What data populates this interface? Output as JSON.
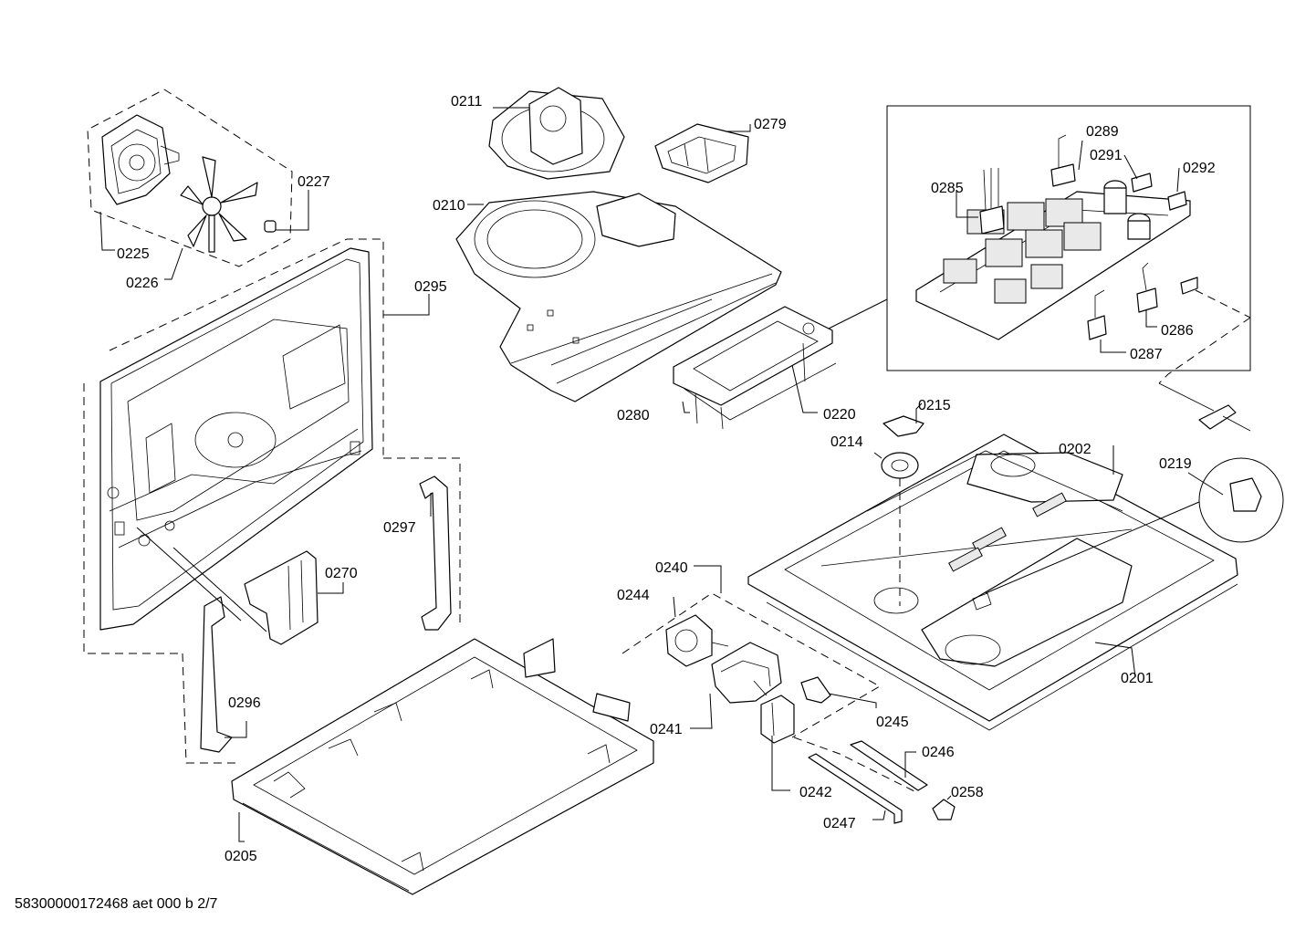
{
  "diagram": {
    "labels": [
      {
        "id": "0211",
        "text": "0211"
      },
      {
        "id": "0279",
        "text": "0279"
      },
      {
        "id": "0289",
        "text": "0289"
      },
      {
        "id": "0291",
        "text": "0291"
      },
      {
        "id": "0292",
        "text": "0292"
      },
      {
        "id": "0285",
        "text": "0285"
      },
      {
        "id": "0227",
        "text": "0227"
      },
      {
        "id": "0210",
        "text": "0210"
      },
      {
        "id": "0225",
        "text": "0225"
      },
      {
        "id": "0226",
        "text": "0226"
      },
      {
        "id": "0295",
        "text": "0295"
      },
      {
        "id": "0286",
        "text": "0286"
      },
      {
        "id": "0287",
        "text": "0287"
      },
      {
        "id": "0280",
        "text": "0280"
      },
      {
        "id": "0220",
        "text": "0220"
      },
      {
        "id": "0215",
        "text": "0215"
      },
      {
        "id": "0214",
        "text": "0214"
      },
      {
        "id": "0202",
        "text": "0202"
      },
      {
        "id": "0219",
        "text": "0219"
      },
      {
        "id": "0297",
        "text": "0297"
      },
      {
        "id": "0270",
        "text": "0270"
      },
      {
        "id": "0240",
        "text": "0240"
      },
      {
        "id": "0244",
        "text": "0244"
      },
      {
        "id": "0201",
        "text": "0201"
      },
      {
        "id": "0296",
        "text": "0296"
      },
      {
        "id": "0245",
        "text": "0245"
      },
      {
        "id": "0241",
        "text": "0241"
      },
      {
        "id": "0246",
        "text": "0246"
      },
      {
        "id": "0258",
        "text": "0258"
      },
      {
        "id": "0242",
        "text": "0242"
      },
      {
        "id": "0247",
        "text": "0247"
      },
      {
        "id": "0205",
        "text": "0205"
      }
    ]
  },
  "footer": {
    "text": "58300000172468 aet 000 b 2/7"
  }
}
